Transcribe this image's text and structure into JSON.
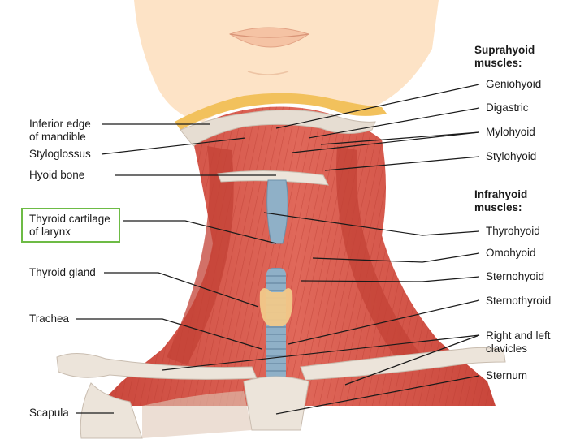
{
  "labels": {
    "suprahyoid_header": [
      "Suprahyoid",
      "muscles:"
    ],
    "infrahyoid_header": [
      "Infrahyoid",
      "muscles:"
    ],
    "geniohyoid": "Geniohyoid",
    "digastric": "Digastric",
    "mylohyoid": "Mylohyoid",
    "stylohyoid": "Stylohyoid",
    "thyrohyoid": "Thyrohyoid",
    "omohyoid": "Omohyoid",
    "sternohyoid": "Sternohyoid",
    "sternothyroid": "Sternothyroid",
    "clavicles": [
      "Right and left",
      "clavicles"
    ],
    "sternum": "Sternum",
    "inferior_edge": [
      "Inferior edge",
      "of mandible"
    ],
    "styloglossus": "Styloglossus",
    "hyoid_bone": "Hyoid bone",
    "thyroid_cartilage": [
      "Thyroid cartilage",
      "of larynx"
    ],
    "thyroid_gland": "Thyroid gland",
    "trachea": "Trachea",
    "scapula": "Scapula"
  },
  "colors": {
    "skin": "#fde3c6",
    "muscle": "#d9574a",
    "muscle_dark": "#b53a30",
    "bone": "#e6ddd2",
    "fat": "#f2c15c",
    "cartilage": "#8fb0c7",
    "gland": "#f1c98a",
    "highlight_border": "#6dbb45",
    "leader": "#1a1a1a"
  }
}
